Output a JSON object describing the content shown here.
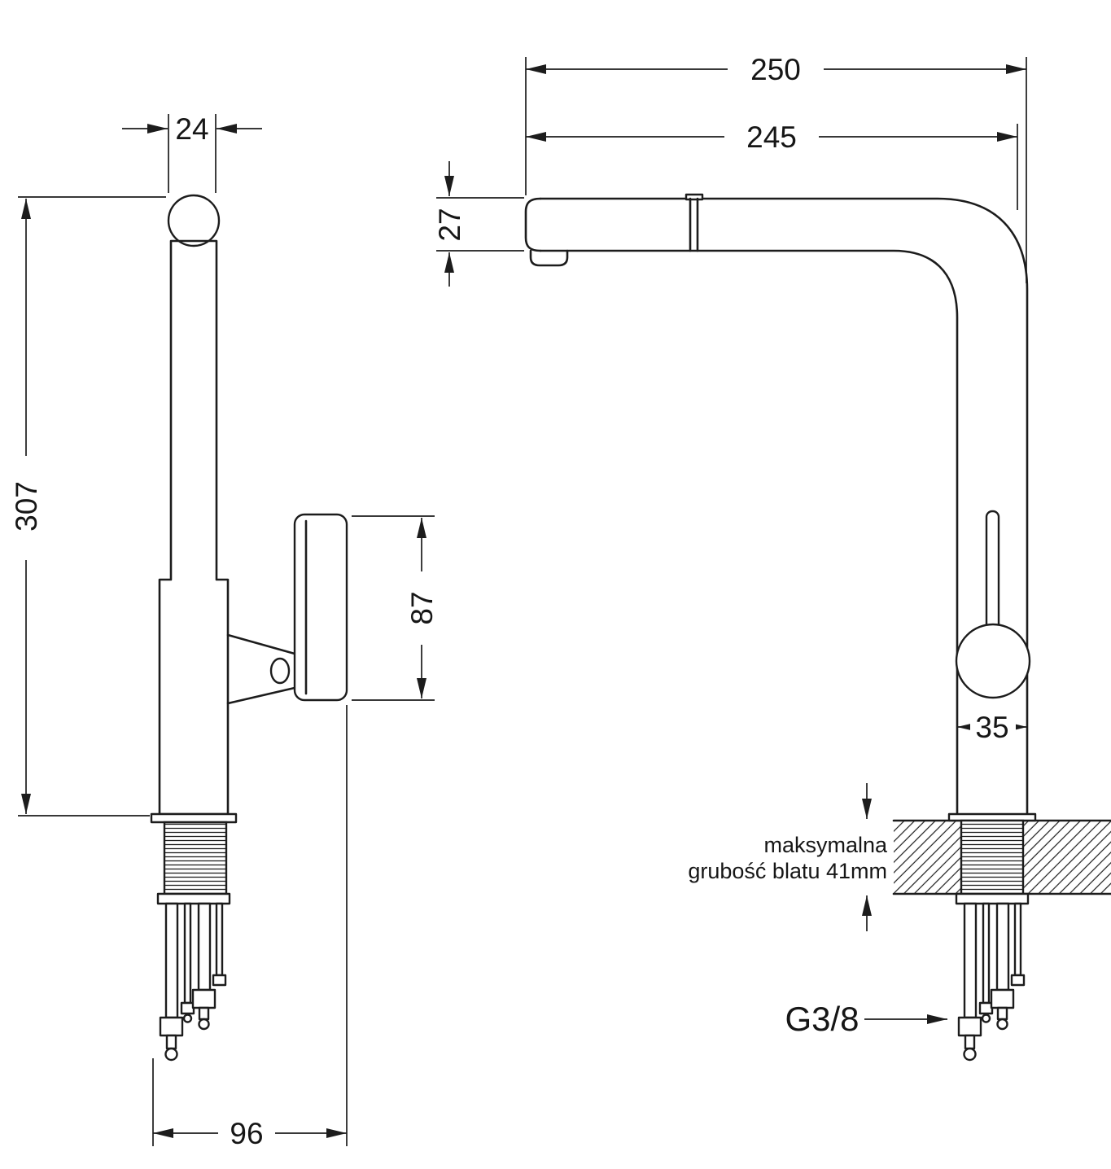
{
  "diagram": {
    "kind": "faucet-technical-drawing",
    "labels": {
      "spout_pipe_width": "24",
      "total_height": "307",
      "handle_height": "87",
      "base_depth": "96",
      "reach_outer": "250",
      "reach_inner": "245",
      "spout_section_height": "27",
      "body_diameter": "35",
      "counter_note_line1": "maksymalna",
      "counter_note_line2": "grubość blatu 41mm",
      "thread_size": "G3/8"
    },
    "colors": {
      "line": "#1c1c1c",
      "background": "#ffffff"
    }
  }
}
